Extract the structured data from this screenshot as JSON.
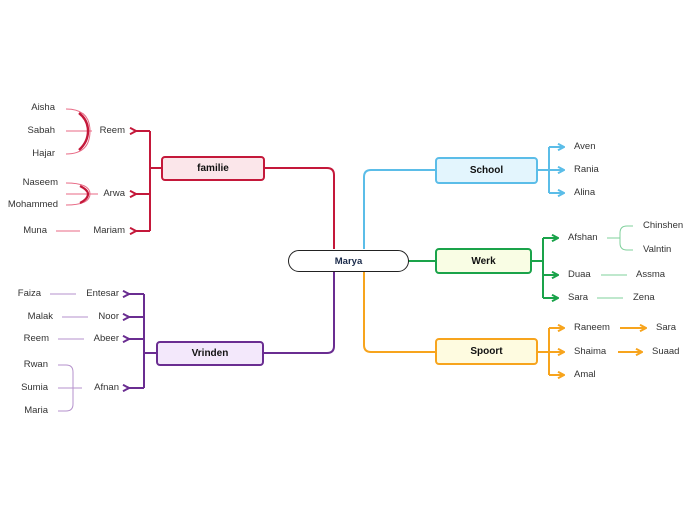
{
  "central": {
    "label": "Marya"
  },
  "colors": {
    "familie": "#c4183a",
    "vrinden": "#6a2d91",
    "school": "#5bbde8",
    "werk": "#1aa34a",
    "spoort": "#f7a41d"
  },
  "branches": {
    "familie": {
      "label": "familie",
      "children": [
        {
          "label": "Reem",
          "grand": [
            "Aisha",
            "Sabah",
            "Hajar"
          ]
        },
        {
          "label": "Arwa",
          "grand": [
            "Naseem",
            "Mohammed"
          ]
        },
        {
          "label": "Mariam",
          "grand": [
            "Muna"
          ]
        }
      ]
    },
    "vrinden": {
      "label": "Vrinden",
      "children": [
        {
          "label": "Entesar",
          "grand": [
            "Faiza"
          ]
        },
        {
          "label": "Noor",
          "grand": [
            "Malak"
          ]
        },
        {
          "label": "Abeer",
          "grand": [
            "Reem"
          ]
        },
        {
          "label": "Afnan",
          "grand": [
            "Rwan",
            "Sumia",
            "Maria"
          ]
        }
      ]
    },
    "school": {
      "label": "School",
      "children": [
        {
          "label": "Aven"
        },
        {
          "label": "Rania"
        },
        {
          "label": "Alina"
        }
      ]
    },
    "werk": {
      "label": "Werk",
      "children": [
        {
          "label": "Afshan",
          "grand": [
            "Chinshen",
            "Valntin"
          ]
        },
        {
          "label": "Duaa",
          "grand": [
            "Assma"
          ]
        },
        {
          "label": "Sara",
          "grand": [
            "Zena"
          ]
        }
      ]
    },
    "spoort": {
      "label": "Spoort",
      "children": [
        {
          "label": "Raneem",
          "grand": [
            "Sara"
          ]
        },
        {
          "label": "Shaima",
          "grand": [
            "Suaad"
          ]
        },
        {
          "label": "Amal"
        }
      ]
    }
  }
}
